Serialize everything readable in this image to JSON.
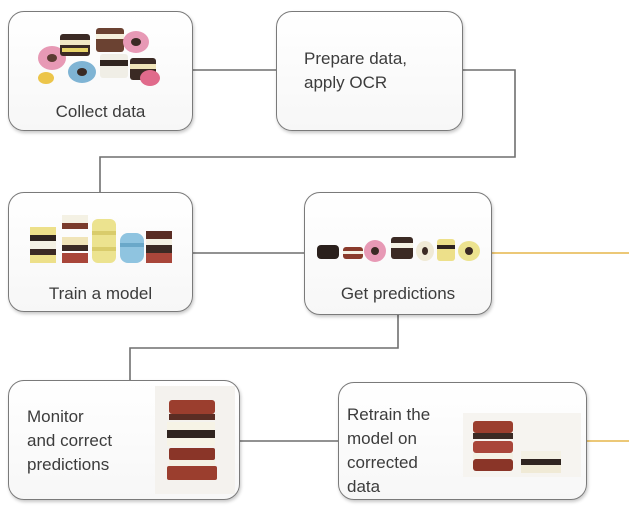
{
  "steps": [
    {
      "id": "collect",
      "label": "Collect data"
    },
    {
      "id": "prepare",
      "label": "Prepare data,\napply OCR"
    },
    {
      "id": "train",
      "label": "Train a model"
    },
    {
      "id": "predict",
      "label": "Get predictions"
    },
    {
      "id": "monitor",
      "label": "Monitor\nand correct\npredictions"
    },
    {
      "id": "retrain",
      "label": "Retrain the\nmodel on\ncorrected\ndata"
    }
  ]
}
